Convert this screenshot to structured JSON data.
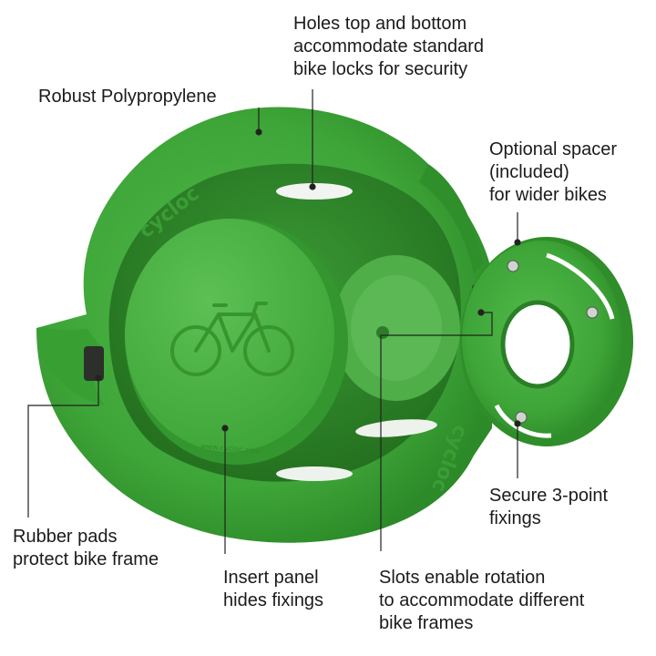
{
  "brand": {
    "logo": "cycloc",
    "url": "www.cycloc.com"
  },
  "colors": {
    "product_green": "#3fa93a",
    "product_dark": "#2b7f29",
    "leader_line": "#222222",
    "background": "#ffffff"
  },
  "callouts": {
    "material": {
      "lines": [
        "Robust Polypropylene"
      ]
    },
    "holes": {
      "lines": [
        "Holes top and bottom",
        "accommodate standard",
        "bike locks for security"
      ]
    },
    "spacer": {
      "lines": [
        "Optional spacer",
        "(included)",
        "for wider bikes"
      ]
    },
    "fixings": {
      "lines": [
        "Secure 3-point",
        "fixings"
      ]
    },
    "pads": {
      "lines": [
        "Rubber pads",
        "protect bike frame"
      ]
    },
    "panel": {
      "lines": [
        "Insert panel",
        "hides fixings"
      ]
    },
    "slots": {
      "lines": [
        "Slots enable rotation",
        "to accommodate different",
        "bike frames"
      ]
    }
  }
}
